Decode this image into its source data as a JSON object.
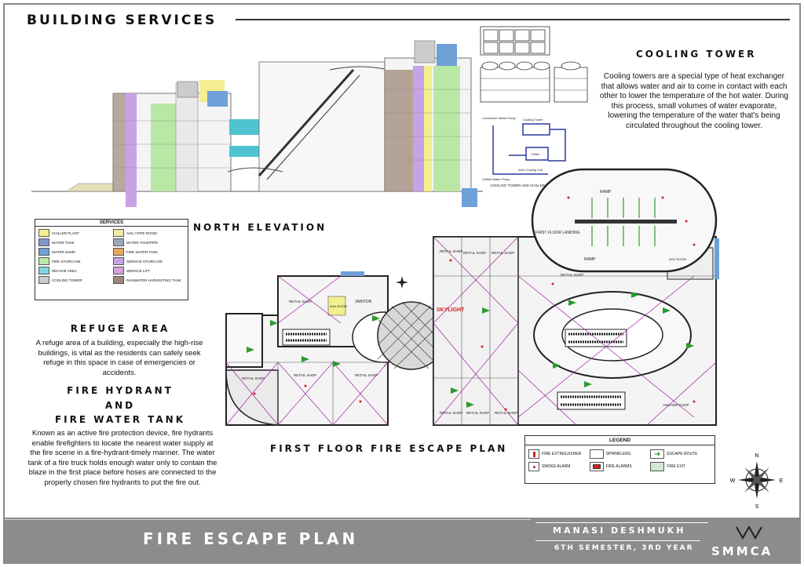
{
  "header": {
    "title": "BUILDING SERVICES"
  },
  "cooling_tower": {
    "title": "COOLING TOWER",
    "text": "Cooling towers are a special type of heat exchanger that allows water and air to come in contact with each other to lower the temperature of the hot water. During this process, small volumes of water evaporate, lowering the temperature of the water that's being circulated throughout the cooling tower.",
    "diagram_caption": "COOLING TOWER AND CHILLER WORK TOGETHER",
    "diagram_labels": [
      "Condenser Water Pump",
      "Cooling Tower",
      "Chiller",
      "Chilled Water Pump",
      "AHU Cooling Coil"
    ]
  },
  "services_legend": {
    "title": "SERVICES",
    "items": [
      {
        "label": "CHILLER PLANT",
        "color": "#f3ee8f"
      },
      {
        "label": "AHU / PIPE ROOM",
        "color": "#f0e9a8"
      },
      {
        "label": "WATER TANK",
        "color": "#7f95c9"
      },
      {
        "label": "WATER TANK/PIPE",
        "color": "#9aa8b8"
      },
      {
        "label": "WATER SUMP",
        "color": "#6fa0d8"
      },
      {
        "label": "FIRE WATER TANK",
        "color": "#e8a95a"
      },
      {
        "label": "FIRE STAIRCASE",
        "color": "#b9e7a5"
      },
      {
        "label": "SERVICE STAIRCASE",
        "color": "#c8a2e6"
      },
      {
        "label": "REFUGE AREA",
        "color": "#7ed6e0"
      },
      {
        "label": "SERVICE LIFT",
        "color": "#d9a0d9"
      },
      {
        "label": "COOLING TOWER",
        "color": "#cccccc"
      },
      {
        "label": "RAINWATER HARVESTING TANK",
        "color": "#a0887a"
      }
    ]
  },
  "elevation": {
    "caption": "NORTH ELEVATION"
  },
  "refuge": {
    "title": "REFUGE AREA",
    "text": "A refuge area of a building, especially the high-rise buildings, is vital as the residents can safely seek refuge in this space in case of emergencies or accidents."
  },
  "hydrant": {
    "title_line1": "FIRE HYDRANT",
    "title_line2": "AND",
    "title_line3": "FIRE WATER TANK",
    "text": "Known as an active fire protection device, fire hydrants enable firefighters to locate the nearest water supply at the fire scene in a fire-hydrant-timely manner. The water tank of a fire truck holds enough water only to contain the blaze in the first place before hoses are connected to the properly chosen fire hydrants to put the fire out."
  },
  "plan": {
    "caption": "FIRST FLOOR FIRE ESCAPE PLAN",
    "labels": {
      "skylight": "SKYLIGHT",
      "ramp1": "RAMP",
      "ramp2": "RAMP",
      "landing": "FIRST FLOOR LANDING",
      "janitor": "JANITOR",
      "ahu": "AHU ROOM",
      "anchor": "ANCHOR SHOP",
      "retail": "RETAIL SHOP"
    }
  },
  "legend": {
    "title": "LEGEND",
    "items": [
      {
        "icon": "fire-extinguisher-icon",
        "label": "FIRE EXTINGUISHER"
      },
      {
        "icon": "sprinkler-icon",
        "label": "SPRINKLERS"
      },
      {
        "icon": "escape-route-icon",
        "label": "ESCAPE ROUTE"
      },
      {
        "icon": "smoke-alarm-icon",
        "label": "SMOKE ALARM"
      },
      {
        "icon": "fire-alarm-icon",
        "label": "FIRE ALARMS"
      },
      {
        "icon": "fire-exit-icon",
        "label": "FIRE EXIT"
      }
    ]
  },
  "compass": {
    "n": "N",
    "s": "S",
    "e": "E",
    "w": "W"
  },
  "footer": {
    "title": "FIRE ESCAPE PLAN",
    "author": "MANASI DESHMUKH",
    "semester": "6TH SEMESTER, 3RD YEAR",
    "logo_text": "SMMCA"
  },
  "colors": {
    "escape_route": "#2e9a2e",
    "grid": "#a020a0",
    "smoke_alarm": "#d42020",
    "footer_bg": "#8c8c8c"
  }
}
